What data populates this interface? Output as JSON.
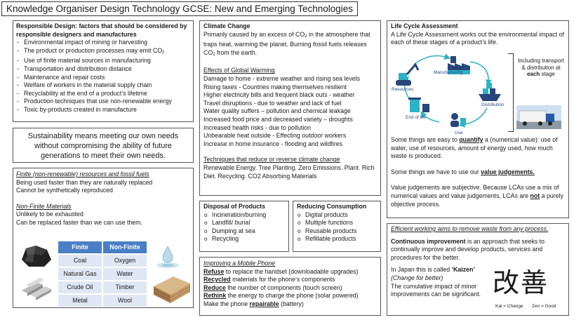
{
  "title": "Knowledge Organiser Design Technology GCSE: New and Emerging Technologies",
  "responsible": {
    "heading": "Responsible Design: factors that should be considered by responsible designers and manufactures",
    "items": [
      "Environmental impact of mining or harvesting",
      "The product or production processes may emit CO",
      "Use of finite material sources in manufacturing",
      "Transportation and distribution distance",
      "Maintenance and repair costs",
      "Welfare of workers in the material supply chain",
      "Recyclability at the end of a product’s lifetime",
      "Production techniques that use non-renewable energy",
      "Toxic by-products created in manufacture"
    ],
    "co2_sub": "2"
  },
  "sustainability": "Sustainability means meeting our own needs without compromising the ability of future generations to meet their own needs.",
  "materials": {
    "finite_heading": "Finite (non-renewable) resources and fossil fuels",
    "finite_lines": [
      "Being used faster than they are naturally replaced",
      "Cannot be synthetically reproduced"
    ],
    "nonfinite_heading": "Non-Finite Materials",
    "nonfinite_lines": [
      "Unlikely to be exhausted",
      "Can be replaced faster than we can use them."
    ],
    "table_headers": [
      "Finite",
      "Non-Finite"
    ],
    "table_rows": [
      [
        "Coal",
        "Oxygen"
      ],
      [
        "Natural Gas",
        "Water"
      ],
      [
        "Crude Oil",
        "Timber"
      ],
      [
        "Metal",
        "Wool"
      ]
    ]
  },
  "climate": {
    "heading": "Climate Change",
    "intro_a": "Primarily caused by an excess of CO",
    "intro_b": " in the atmosphere that traps heat, warming the planet. Burning fossil fuels releases CO",
    "intro_c": " from the earth.",
    "sub": "2",
    "effects_heading": "Effects of Global Warming",
    "effects": [
      "Damage to home - extreme weather and rising sea levels",
      "Rising taxes - Countries making themselves resilient",
      "Higher electricity bills and frequent black outs - weather",
      "Travel disruptions - due to weather and lack of fuel",
      "Water quality suffers – pollution and chemical leakage",
      "Increased food price and decreased variety – droughts",
      "Increased health risks - due to pollution",
      "Unbearable heat outside - Effecting outdoor workers",
      "Increase in home insurance - flooding and wildfires"
    ],
    "reduce_heading": "Techniques that reduce or reverse climate change",
    "reduce_text": "Renewable Energy. Tree Planting. Zero Emissions. Plant. Rich Diet. Recycling. CO2 Absorbing Materials"
  },
  "disposal": {
    "heading": "Disposal of Products",
    "items": [
      "Incineration/burning",
      "Landfill/ burial",
      "Dumping at sea",
      "Recycling"
    ]
  },
  "reducing": {
    "heading": "Reducing Consumption",
    "items": [
      "Digital products",
      "Multiple functions",
      "Reusable products",
      "Refillable products"
    ]
  },
  "phone": {
    "heading": "Improving a Mobile Phone",
    "rows": [
      {
        "key": "Refuse",
        "rest": " to replace the handset (downloadable upgrades)"
      },
      {
        "key": "Recycled",
        "rest": " materials for the phone’s components"
      },
      {
        "key": "Reduce",
        "rest": " the number of components (touch screen)"
      },
      {
        "key": "Rethink",
        "rest": " the energy to charge the phone (solar powered)"
      }
    ],
    "last_pre": "Make the phone ",
    "last_key": "repairable",
    "last_post": " (battery)"
  },
  "lca": {
    "heading": "Life Cycle Assessment",
    "intro": "A Life Cycle Assessment works out the environmental impact of each of these stages of a product’s life.",
    "stages": [
      "Manufacturing",
      "Resources",
      "Distribution",
      "End of life",
      "Use"
    ],
    "note_pre": "Including transport & distribution at ",
    "note_key": "each",
    "note_post": " stage",
    "quant_pre": "Some things are easy to ",
    "quant_key": "quantify",
    "quant_post": " a (numerical value): use of water, use of resources, amount of energy used, how much waste is produced.",
    "value_pre": "Some things we have to use our ",
    "value_key": "value judgements.",
    "subj_pre": "Value judgements are subjective. Because LCAs use a mix of numerical values and value judgements, LCAs are ",
    "subj_key": "not",
    "subj_post": " a purely objective process."
  },
  "kaizen": {
    "heading": "Efficient working aims to remove waste from any process.",
    "ci_key": "Continuous improvement",
    "ci_rest": " is an approach that seeks to continually improve and develop products, services and procedures for the better.",
    "japan_pre": "In Japan this is called ",
    "japan_key": "‘Kaizen’",
    "japan_it": "(Change for better)",
    "impact": "The cumulative impact of minor improvements can be significant.",
    "kanji": "改善",
    "kai": "Kai = Change",
    "zen": "Zen = Good"
  },
  "colors": {
    "table_header": "#4a7fc6",
    "table_cell": "#dfe7f3",
    "icon_teal": "#2bb3c8",
    "icon_navy": "#27467a"
  }
}
